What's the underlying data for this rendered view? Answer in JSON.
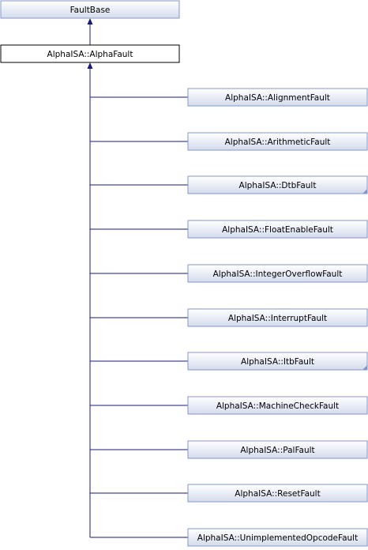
{
  "diagram": {
    "base": {
      "label": "FaultBase"
    },
    "current": {
      "label": "AlphaISA::AlphaFault"
    },
    "children": [
      {
        "label": "AlphaISA::AlignmentFault",
        "has_more": false
      },
      {
        "label": "AlphaISA::ArithmeticFault",
        "has_more": false
      },
      {
        "label": "AlphaISA::DtbFault",
        "has_more": true
      },
      {
        "label": "AlphaISA::FloatEnableFault",
        "has_more": false
      },
      {
        "label": "AlphaISA::IntegerOverflowFault",
        "has_more": false
      },
      {
        "label": "AlphaISA::InterruptFault",
        "has_more": false
      },
      {
        "label": "AlphaISA::ItbFault",
        "has_more": true
      },
      {
        "label": "AlphaISA::MachineCheckFault",
        "has_more": false
      },
      {
        "label": "AlphaISA::PalFault",
        "has_more": false
      },
      {
        "label": "AlphaISA::ResetFault",
        "has_more": false
      },
      {
        "label": "AlphaISA::UnimplementedOpcodeFault",
        "has_more": false
      }
    ],
    "colors": {
      "edge": "#191970",
      "inherited_fill_top": "#ffffff",
      "inherited_fill_bottom": "#d4dbed",
      "inherited_border": "#8497c7",
      "current_fill": "#ffffff",
      "current_border": "#000000",
      "more_marker": "#8497c7"
    }
  }
}
